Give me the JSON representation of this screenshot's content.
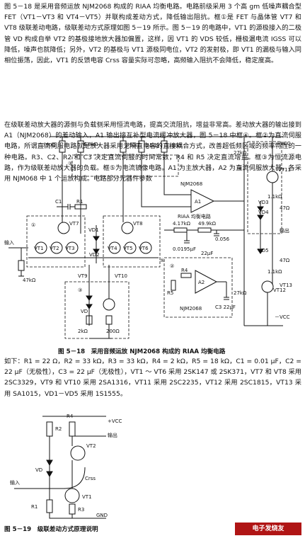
{
  "text": {
    "para1": "图 5－18 是采用音频运放 NJM2068 构成的 RIAA 均衡电路。电路前级采用 3 个高 gm 低噪声耦合型 FET（VT1－VT3 和 VT4－VT5）并联构成差动方式，降低输出阻抗。框①是 FET 与晶体管 VT7 和 VT8 级联差动电路，级联差动方式原理如图 5－19 所示。图 5－19 的电路中，VT1 的源极接入的二极管 VD 构成自举 VT2 的基极接地放大器加偏置，这样，因 VT1 的 VDS 较低，栅极漏电流 IGSS 可以降低，噪声也就降低；另外，VT2 的基极与 VT1 源极同电位，VT2 的发射极，即 VT1 的漏极与输入同相位振荡，因此，VT1 的反馈电容 Crss 容量实际可忽略，高频输入阻抗不会降低，稳定度高。",
    "para2": "在级联差动放大器的源侧与负载侧采用恒流电路，提高交流阻抗，增益非常高。差动放大器的输出接到 A1（NJM2068）的差动输入，A1 输出接互补型电流缓冲放大器，图 5－18 中框④。框②为直流伺服电路，所谓直流伺服电路就是放大器采用无隔直电容的直接耦合方式，改善超低频区域的频率特性的一种电路。R3、C2、R2 和 C3 决定直流伺服的时间常数，R4 和 R5 决定直流增益。框③为恒流源电路，作为级联差动放大器的负载。框⑤为电流镜像电路。A1 为主放大器，A2 为直流伺服放大器，各采用 NJM068 中 1 个运放构成。电路部分元器件参数",
    "para3": "如下：R1 = 22 Ω，R2 = 33 kΩ，R3 = 33 kΩ，R4 = 2 kΩ，R5 = 18 kΩ，C1 = 0.01 μF，C2 = 22 μF（无极性），C3 = 22 μF（无极性），VT1 ～ VT6 采用 2SK147 或 2SK371，VT7 和 VT8 采用 2SC3329，VT9 和 VT10 采用 2SA1316，VT11 采用 2SC2235，VT12 采用 2SC1815，VT13 采用 SA1015，VD1－VD5 采用 1S1555。",
    "caption1": "图 5－18　采用音频运放 NJM2068 构成的 RIAA 均衡电路",
    "caption2": "图 5－19　级联差动方式原理说明",
    "watermark": "电子发烧友 elecfans.com"
  },
  "fig1": {
    "r390a": "390Ω",
    "r68k": "6.8kΩ",
    "r390b": "390Ω",
    "r24k": "24kΩ",
    "r390c": "390Ω",
    "njm_top": "NJM2068",
    "riaa": "RIAA 均衡电路",
    "c1": "C1",
    "r1": "R1",
    "vt7": "VT7",
    "vt8": "VT8",
    "vt1": "VT1",
    "vt2": "VT2",
    "vt3": "VT3",
    "vt4": "VT4",
    "vt5": "VT5",
    "vt6": "VT6",
    "vd1": "VD1",
    "vd2": "VD2",
    "input": "输入",
    "r47k": "47kΩ",
    "r417": "4.17kΩ",
    "r499": "49.9kΩ",
    "c0195": "0.0195μF",
    "c056": "0.056",
    "c22a": "22μF",
    "r4": "R4",
    "r5": "R5",
    "a1": "A1",
    "a2": "A2",
    "njm_bot": "NJM2068",
    "c3": "C3 22μF",
    "r27a": "27kΩ",
    "r27b": "27kΩ",
    "vcc_p": "+VCC",
    "vcc_n": "－VCC",
    "vt11": "VT11",
    "vt12": "VT12",
    "vt13": "VT13",
    "r47a": "47Ω",
    "r47b": "47Ω",
    "r11k_a": "1.1kΩ",
    "r11k_b": "1.1kΩ",
    "vd3": "VD3",
    "vd4": "VD4",
    "vd5": "VD5",
    "output": "输出",
    "vt9": "VT9",
    "vt10": "VT10",
    "vd_box3": "VD",
    "r2k": "2kΩ",
    "r200": "200Ω",
    "n1": "①",
    "n2": "②",
    "n3": "③",
    "n4": "④",
    "n5": "⑤"
  },
  "fig2": {
    "r2": "R2",
    "r3": "R3",
    "r4": "R4",
    "vcc": "+VCC",
    "out": "输出",
    "vt2": "VT2",
    "vd": "VD",
    "crss": "Crss",
    "in": "输入",
    "vt1": "VT1",
    "r1": "R1",
    "gnd": "GND"
  }
}
